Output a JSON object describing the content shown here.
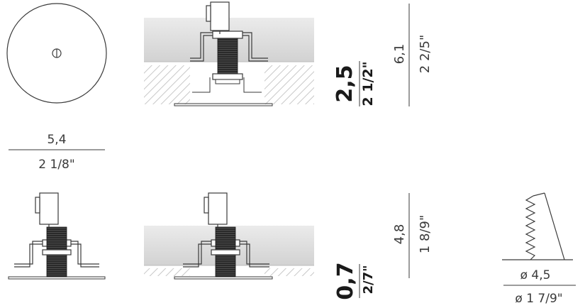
{
  "dimensions": {
    "diameter_cm": "5,4",
    "diameter_in": "2 1/8\"",
    "height_top_cm": "6,1",
    "height_top_in": "2 2/5\"",
    "depth_top_cm": "2,5",
    "depth_top_in": "2 1/2\"",
    "height_bottom_cm": "4,8",
    "height_bottom_in": "1 8/9\"",
    "depth_bottom_cm": "0,7",
    "depth_bottom_in": "2/7\"",
    "cutout_cm": "ø 4,5",
    "cutout_in": "ø 1 7/9\""
  },
  "colors": {
    "line": "#3a3a3a",
    "ceiling_fill": "#dcdcdc",
    "hatch": "#c8c8c8",
    "thread": "#1a1a1a"
  }
}
